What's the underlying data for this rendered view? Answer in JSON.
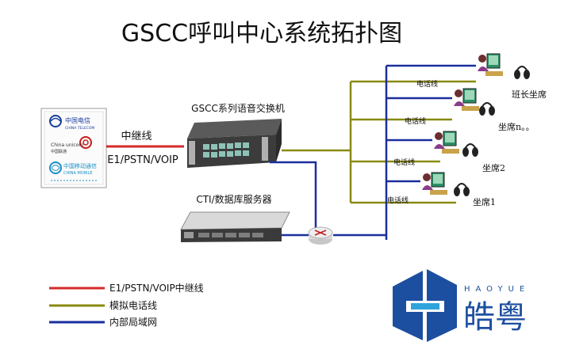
{
  "title": "GSCC呼叫中心系统拓扑图",
  "carriers": {
    "telecom_cn": "中国电信",
    "telecom_en": "CHINA TELECOM",
    "unicom_cn": "中国联通",
    "unicom_en": "China unicom",
    "mobile_cn": "中国移动通信",
    "mobile_en": "CHINA MOBILE"
  },
  "trunk": {
    "label": "中继线",
    "types": "E1/PSTN/VOIP"
  },
  "switch_label": "GSCC系列语音交换机",
  "server_label": "CTI/数据库服务器",
  "phone_line_label": "电话线",
  "seats": [
    {
      "label": "班长坐席"
    },
    {
      "label": "坐席n。。"
    },
    {
      "label": "坐席2"
    },
    {
      "label": "坐席1"
    }
  ],
  "legend": [
    {
      "label": "E1/PSTN/VOIP中继线",
      "color": "#d42a2a"
    },
    {
      "label": "模拟电话线",
      "color": "#8a8a12"
    },
    {
      "label": "内部局域网",
      "color": "#1a2f9c"
    }
  ],
  "brand": {
    "latin": "HAOYUE",
    "name": "皓粤"
  },
  "colors": {
    "trunk": "#d42a2a",
    "phone_line": "#8a8a12",
    "lan": "#1a2f9c",
    "brand": "#1d4fa0"
  }
}
